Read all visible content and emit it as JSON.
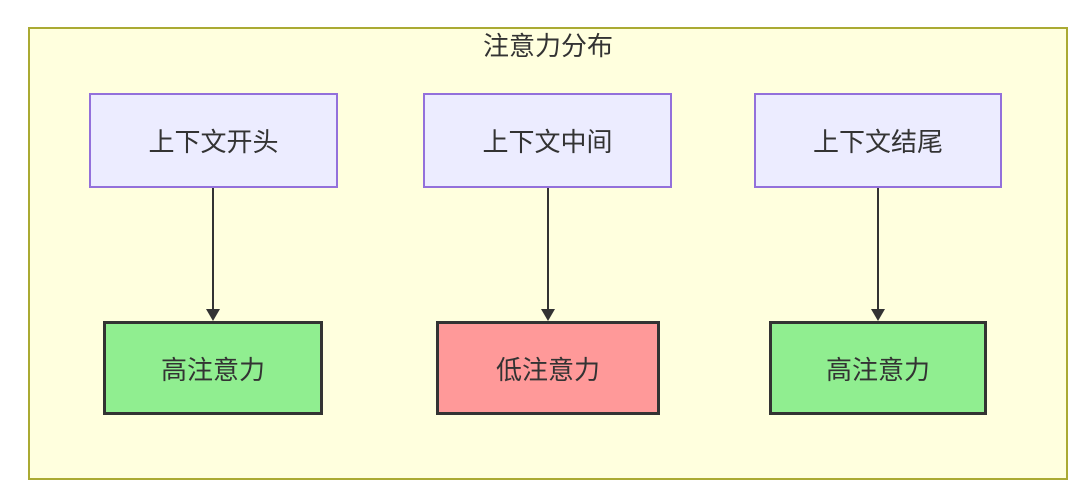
{
  "diagram": {
    "title": "注意力分布",
    "nodes": {
      "start": {
        "label": "上下文开头",
        "role": "context"
      },
      "middle": {
        "label": "上下文中间",
        "role": "context"
      },
      "end": {
        "label": "上下文结尾",
        "role": "context"
      },
      "start_result": {
        "label": "高注意力",
        "level": "high"
      },
      "middle_result": {
        "label": "低注意力",
        "level": "low"
      },
      "end_result": {
        "label": "高注意力",
        "level": "high"
      }
    },
    "edges": [
      {
        "from": "上下文开头",
        "to": "高注意力"
      },
      {
        "from": "上下文中间",
        "to": "低注意力"
      },
      {
        "from": "上下文结尾",
        "to": "高注意力"
      }
    ],
    "colors": {
      "page_background": "#FFFFFF",
      "cluster_fill": "#FFFFDE",
      "cluster_border": "#AAAA33",
      "context_node_fill": "#ECECFF",
      "context_node_border": "#9370DB",
      "high_attention_fill": "#90EE90",
      "low_attention_fill": "#FF9999",
      "result_node_border": "#333333",
      "edge_color": "#333333",
      "text_color": "#333333"
    }
  }
}
